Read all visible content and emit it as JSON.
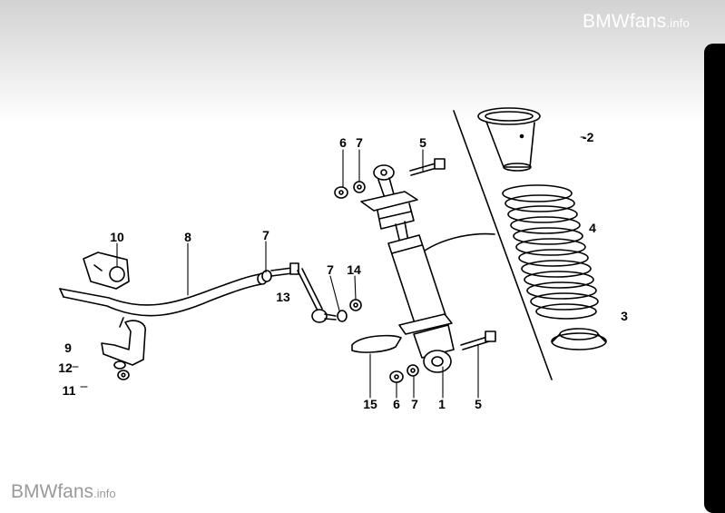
{
  "watermark": {
    "top": {
      "main": "BMWfans",
      "suffix": ".info"
    },
    "bottom": {
      "main": "BMWfans",
      "suffix": ".info"
    }
  },
  "callouts": {
    "c1": "1",
    "c2": "-2",
    "c3": "3",
    "c4": "4",
    "c5_top": "5",
    "c5_bottom": "5",
    "c6_top": "6",
    "c6_bottom": "6",
    "c7_top": "7",
    "c7_link": "7",
    "c7_mid": "7",
    "c7_bottom": "7",
    "c8": "8",
    "c9": "9",
    "c10": "10",
    "c11": "11",
    "c12": "12",
    "c13": "13",
    "c14": "14",
    "c15": "15"
  },
  "colors": {
    "line": "#000000",
    "watermark_top": "#ffffff",
    "watermark_bottom": "#9a9a9a",
    "side_bar": "#000000"
  }
}
